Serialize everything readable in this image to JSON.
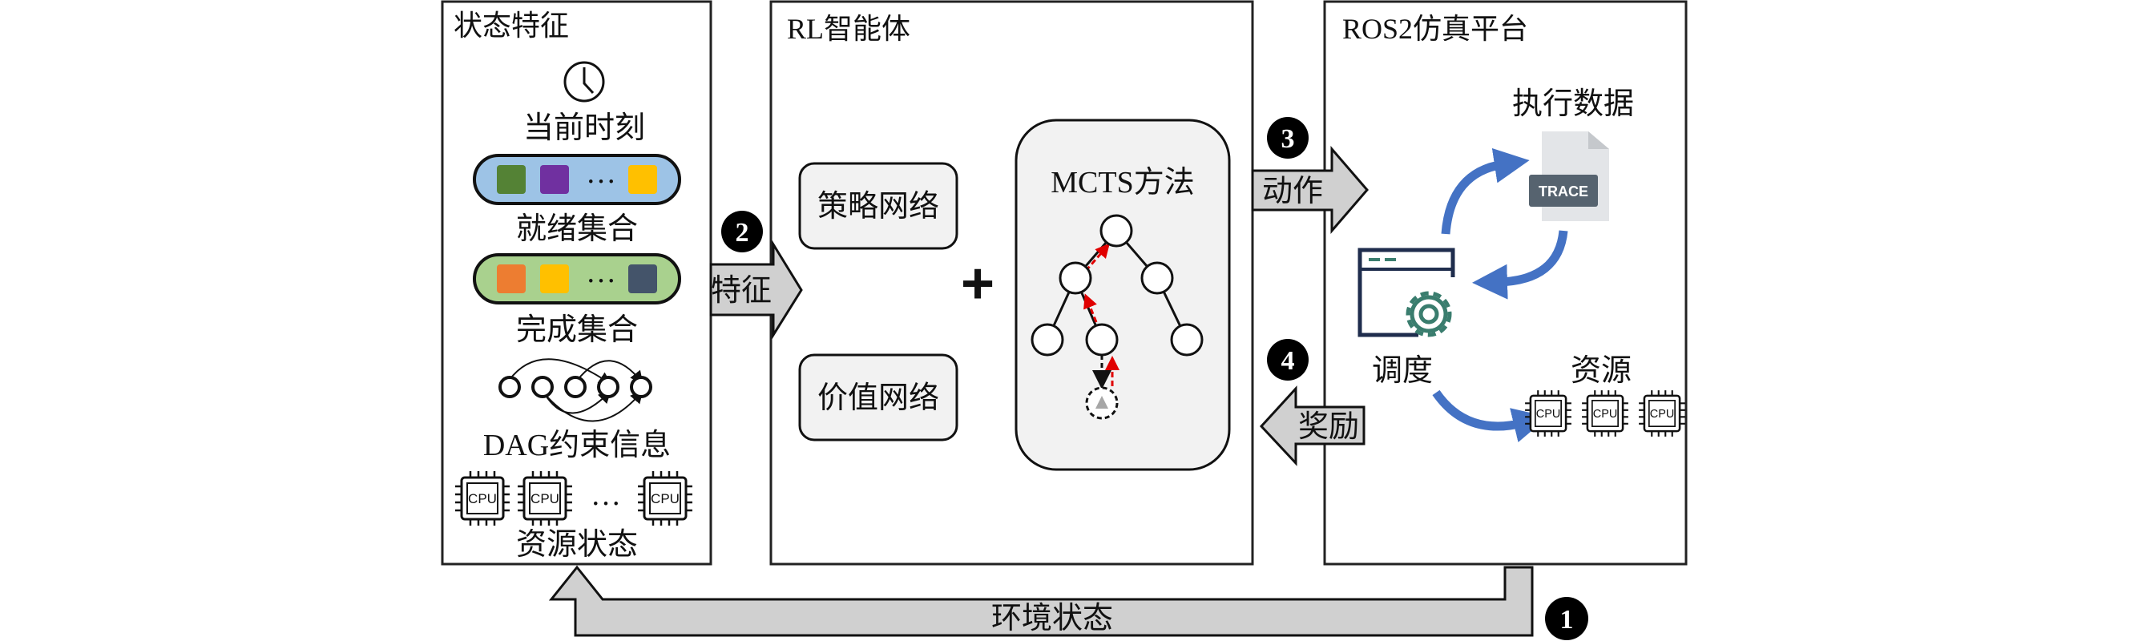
{
  "state_panel": {
    "title": "状态特征",
    "current_time_label": "当前时刻",
    "ready_set_label": "就绪集合",
    "done_set_label": "完成集合",
    "dag_label": "DAG约束信息",
    "resource_state_label": "资源状态",
    "ellipsis": "…",
    "ready_set_colors": [
      "#548235",
      "#7030a0",
      "#ffc000"
    ],
    "done_set_colors": [
      "#ed7d31",
      "#ffc000",
      "#44546a"
    ],
    "ready_set_fill": "#9dc3e6",
    "done_set_fill": "#a9d18e"
  },
  "agent_panel": {
    "title": "RL智能体",
    "policy_net_label": "策略网络",
    "value_net_label": "价值网络",
    "plus": "+",
    "mcts_label": "MCTS方法"
  },
  "sim_panel": {
    "title": "ROS2仿真平台",
    "exec_data_label": "执行数据",
    "trace_label": "TRACE",
    "schedule_label": "调度",
    "resource_label": "资源"
  },
  "cpu_label": "CPU",
  "arrows": {
    "env_state": {
      "step": "1",
      "label": "环境状态"
    },
    "feature": {
      "step": "2",
      "label": "特征"
    },
    "action": {
      "step": "3",
      "label": "动作"
    },
    "reward": {
      "step": "4",
      "label": "奖励"
    }
  },
  "colors": {
    "arrow_fill": "#d0d0d0",
    "box_fill": "#f2f2f2",
    "cycle_arrow": "#4472c4",
    "search_path": "#e00000",
    "gear": "#3a7d6e",
    "window": "#1f2d4d"
  }
}
